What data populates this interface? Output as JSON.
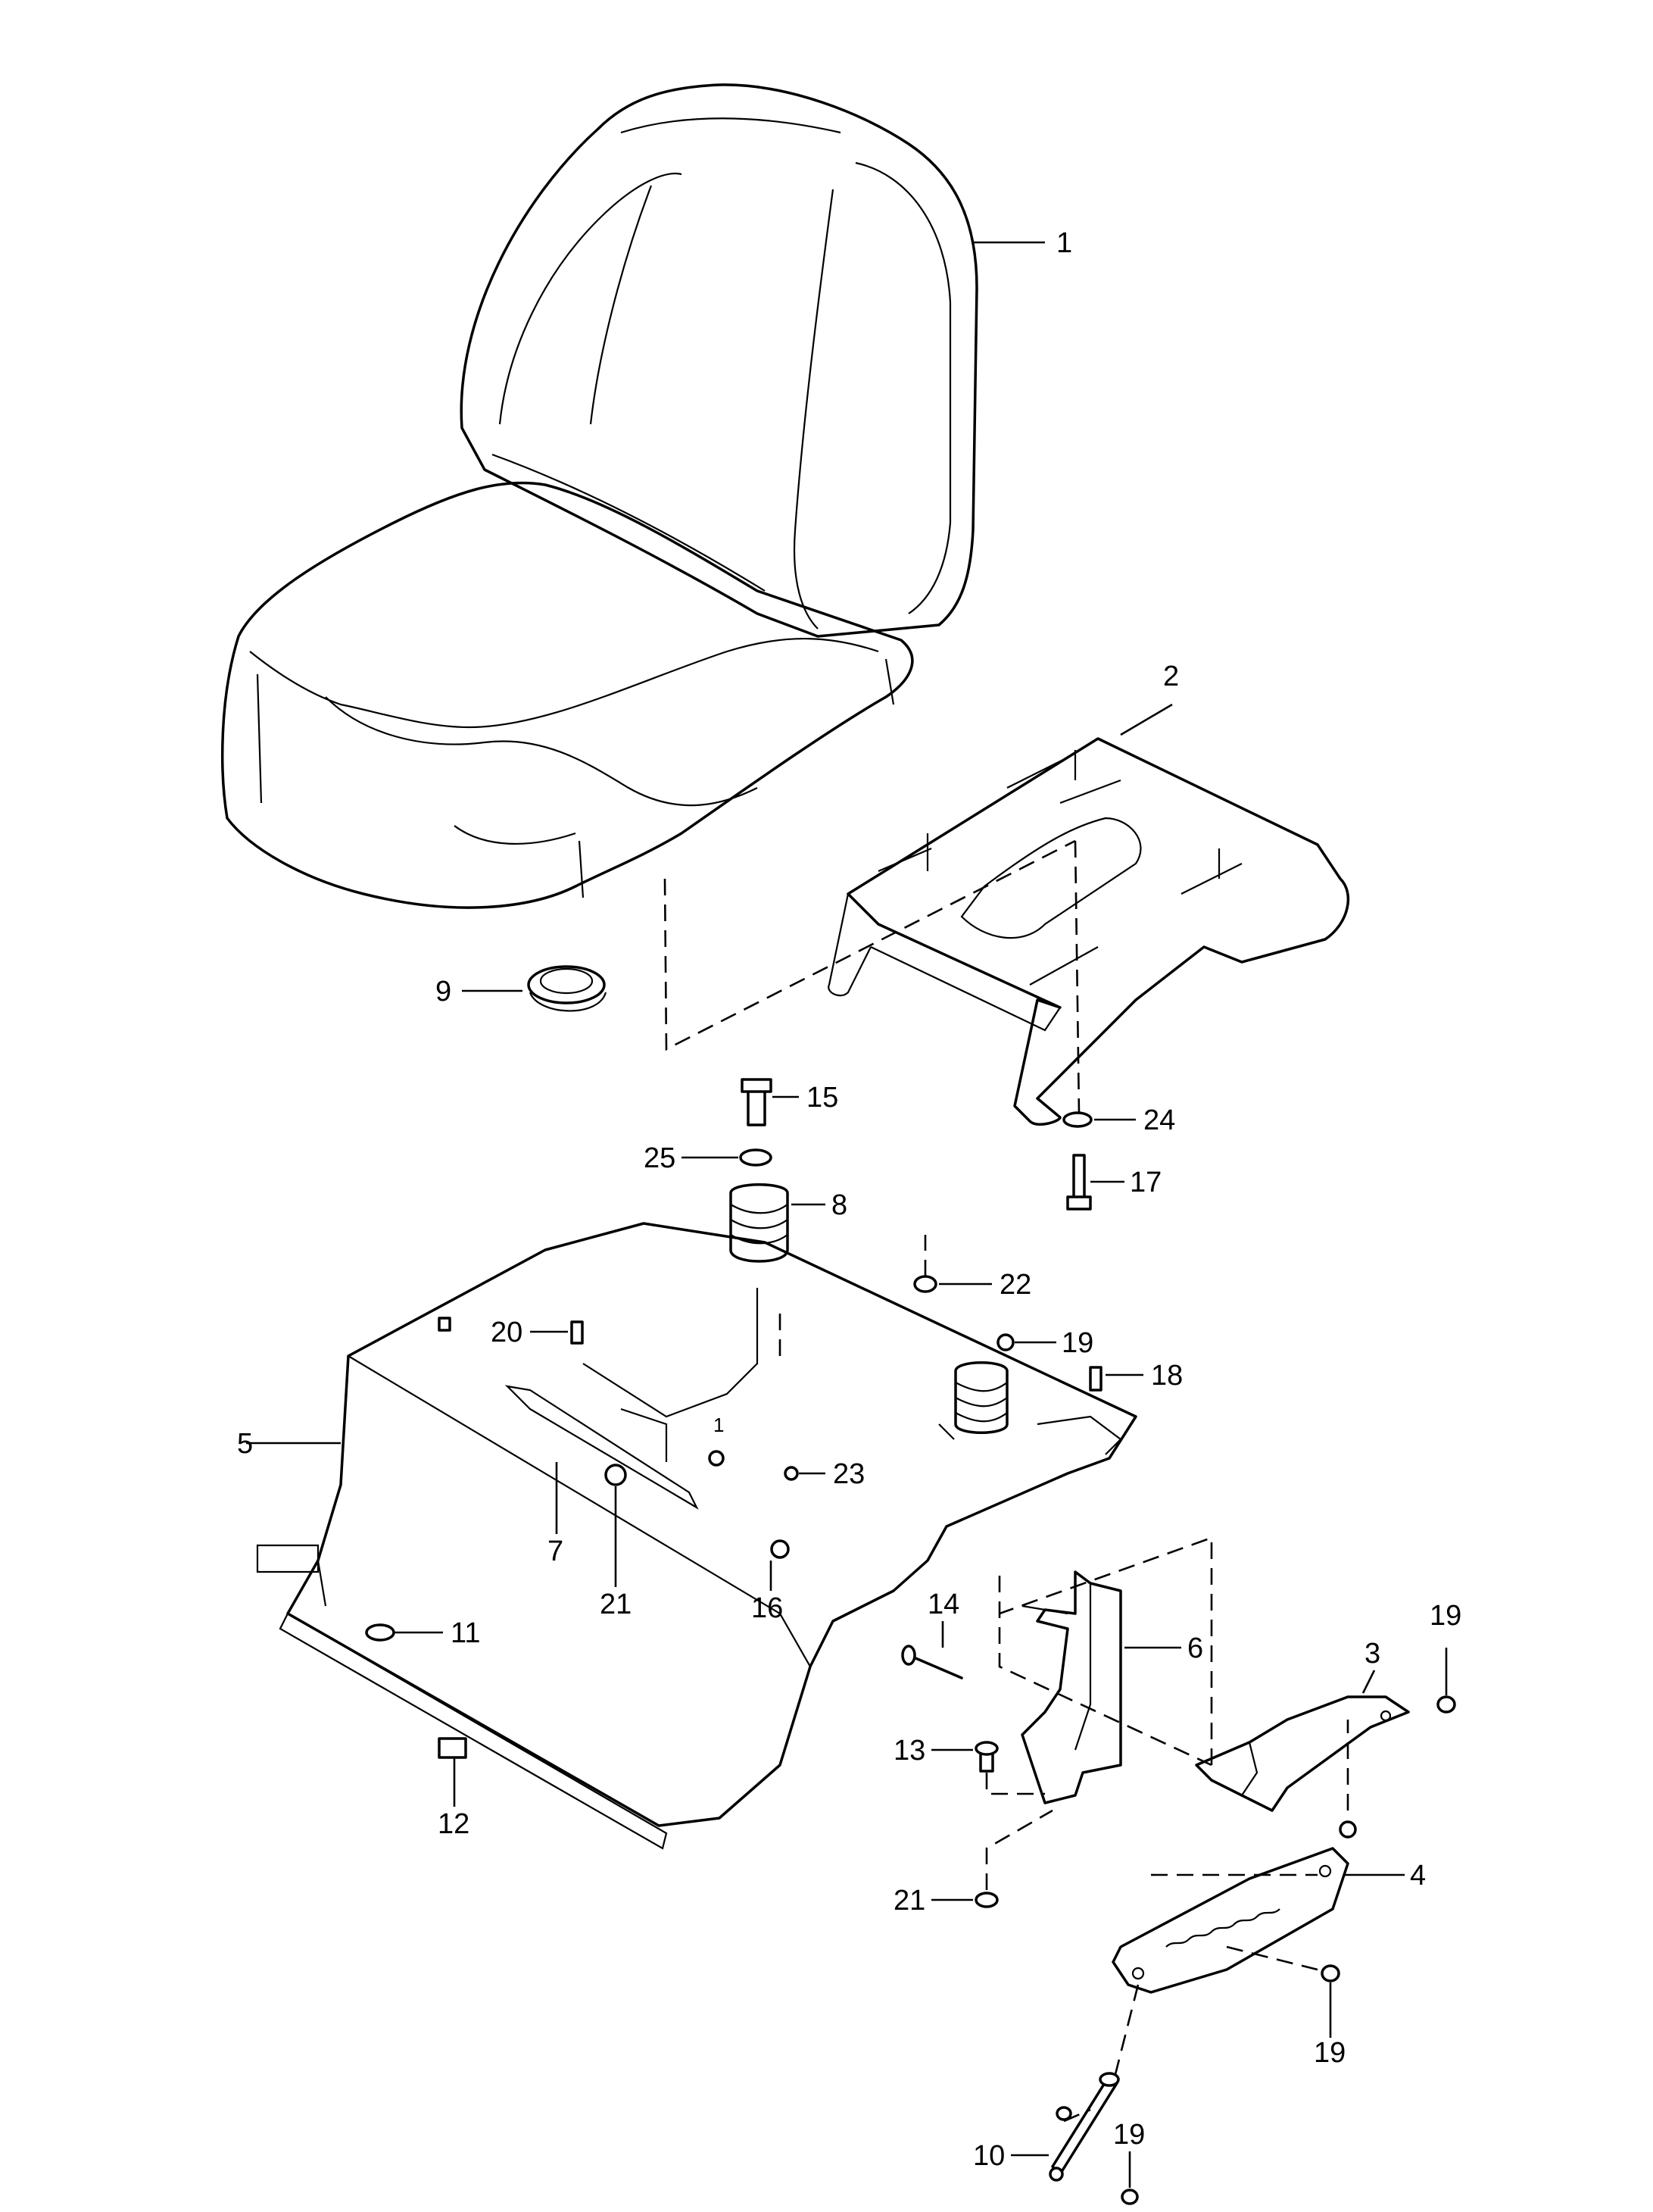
{
  "callouts": {
    "c1": "1",
    "c2": "2",
    "c3": "3",
    "c4": "4",
    "c5": "5",
    "c6": "6",
    "c7": "7",
    "c8": "8",
    "c9": "9",
    "c10": "10",
    "c11": "11",
    "c12": "12",
    "c13": "13",
    "c14": "14",
    "c15": "15",
    "c16": "16",
    "c17": "17",
    "c18": "18",
    "c19a": "19",
    "c19b": "19",
    "c19c": "19",
    "c19d": "19",
    "c20": "20",
    "c21a": "21",
    "c21b": "21",
    "c22": "22",
    "c23": "23",
    "c24": "24",
    "c25": "25",
    "c1small": "1"
  }
}
